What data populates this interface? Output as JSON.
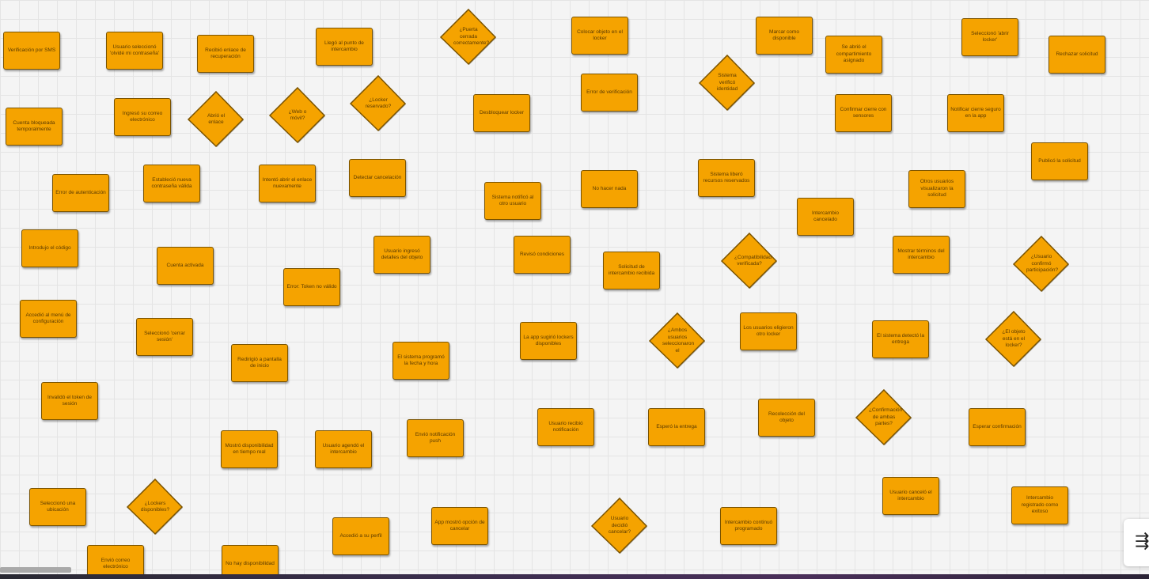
{
  "colors": {
    "node_fill": "#f5a300",
    "node_border": "#7a5300",
    "node_text": "#5a3a00"
  },
  "nodes": [
    {
      "id": "n1",
      "shape": "rect",
      "label": "Verificación por SMS"
    },
    {
      "id": "n2",
      "shape": "rect",
      "label": "Usuario seleccionó 'olvidé mi contraseña'"
    },
    {
      "id": "n3",
      "shape": "rect",
      "label": "Recibió enlace de recuperación"
    },
    {
      "id": "n4",
      "shape": "rect",
      "label": "Llegó al punto de intercambio"
    },
    {
      "id": "n5",
      "shape": "diamond",
      "label": "¿Puerta cerrada correctamente?"
    },
    {
      "id": "n6",
      "shape": "rect",
      "label": "Colocar objeto en el locker"
    },
    {
      "id": "n7",
      "shape": "rect",
      "label": "Marcar como disponible"
    },
    {
      "id": "n8",
      "shape": "rect",
      "label": "Se abrió el compartimiento asignado"
    },
    {
      "id": "n9",
      "shape": "rect",
      "label": "Seleccionó 'abrir locker'"
    },
    {
      "id": "n10",
      "shape": "rect",
      "label": "Rechazar solicitud"
    },
    {
      "id": "n11",
      "shape": "rect",
      "label": "Cuenta bloqueada temporalmente"
    },
    {
      "id": "n12",
      "shape": "rect",
      "label": "Ingresó su correo electrónico"
    },
    {
      "id": "n13",
      "shape": "diamond",
      "label": "Abrió el enlace"
    },
    {
      "id": "n14",
      "shape": "diamond",
      "label": "¿Web o móvil?"
    },
    {
      "id": "n15",
      "shape": "diamond",
      "label": "¿Locker reservado?"
    },
    {
      "id": "n16",
      "shape": "rect",
      "label": "Desbloquear locker"
    },
    {
      "id": "n17",
      "shape": "rect",
      "label": "Error de verificación"
    },
    {
      "id": "n18",
      "shape": "diamond",
      "label": "Sistema verificó identidad"
    },
    {
      "id": "n19",
      "shape": "rect",
      "label": "Confirmar cierre con sensores"
    },
    {
      "id": "n20",
      "shape": "rect",
      "label": "Notificar cierre seguro en la app"
    },
    {
      "id": "n21",
      "shape": "rect",
      "label": "Publicó la solicitud"
    },
    {
      "id": "n22",
      "shape": "rect",
      "label": "Error de autenticación"
    },
    {
      "id": "n23",
      "shape": "rect",
      "label": "Estableció nueva contraseña válida"
    },
    {
      "id": "n24",
      "shape": "rect",
      "label": "Intentó abrir el enlace nuevamente"
    },
    {
      "id": "n25",
      "shape": "rect",
      "label": "Detectar cancelación"
    },
    {
      "id": "n26",
      "shape": "rect",
      "label": "Sistema notificó al otro usuario"
    },
    {
      "id": "n27",
      "shape": "rect",
      "label": "No hacer nada"
    },
    {
      "id": "n28",
      "shape": "rect",
      "label": "Sistema liberó recursos reservados"
    },
    {
      "id": "n29",
      "shape": "rect",
      "label": "Otros usuarios visualizaron la solicitud"
    },
    {
      "id": "n30",
      "shape": "rect",
      "label": "Intercambio cancelado"
    },
    {
      "id": "n31",
      "shape": "rect",
      "label": "Introdujo el código"
    },
    {
      "id": "n32",
      "shape": "rect",
      "label": "Cuenta activada"
    },
    {
      "id": "n33",
      "shape": "rect",
      "label": "Error: Token no válido"
    },
    {
      "id": "n34",
      "shape": "rect",
      "label": "Usuario ingresó detalles del objeto"
    },
    {
      "id": "n35",
      "shape": "rect",
      "label": "Revisó condiciones"
    },
    {
      "id": "n36",
      "shape": "rect",
      "label": "Solicitud de intercambio recibida"
    },
    {
      "id": "n37",
      "shape": "diamond",
      "label": "¿Compatibilidad verificada?"
    },
    {
      "id": "n38",
      "shape": "rect",
      "label": "Mostrar términos del intercambio"
    },
    {
      "id": "n39",
      "shape": "diamond",
      "label": "¿Usuario confirmó participación?"
    },
    {
      "id": "n40",
      "shape": "rect",
      "label": "Accedió al menú de configuración"
    },
    {
      "id": "n41",
      "shape": "rect",
      "label": "Seleccionó 'cerrar sesión'"
    },
    {
      "id": "n42",
      "shape": "rect",
      "label": "Redirigió a pantalla de inicio"
    },
    {
      "id": "n43",
      "shape": "rect",
      "label": "El sistema programó la fecha y hora"
    },
    {
      "id": "n44",
      "shape": "rect",
      "label": "La app sugirió lockers disponibles"
    },
    {
      "id": "n45",
      "shape": "diamond",
      "label": "¿Ambos usuarios seleccionaron el"
    },
    {
      "id": "n46",
      "shape": "rect",
      "label": "Los usuarios eligieron otro locker"
    },
    {
      "id": "n47",
      "shape": "rect",
      "label": "El sistema detectó la entrega"
    },
    {
      "id": "n48",
      "shape": "diamond",
      "label": "¿El objeto está en el locker?"
    },
    {
      "id": "n49",
      "shape": "rect",
      "label": "Invalidó el token de sesión"
    },
    {
      "id": "n50",
      "shape": "rect",
      "label": "Mostró disponibilidad en tiempo real"
    },
    {
      "id": "n51",
      "shape": "rect",
      "label": "Usuario agendó el intercambio"
    },
    {
      "id": "n52",
      "shape": "rect",
      "label": "Envió notificación push"
    },
    {
      "id": "n53",
      "shape": "rect",
      "label": "Usuario recibió notificación"
    },
    {
      "id": "n54",
      "shape": "rect",
      "label": "Esperó la entrega"
    },
    {
      "id": "n55",
      "shape": "rect",
      "label": "Recolección del objeto"
    },
    {
      "id": "n56",
      "shape": "diamond",
      "label": "¿Confirmación de ambas partes?"
    },
    {
      "id": "n57",
      "shape": "rect",
      "label": "Esperar confirmación"
    },
    {
      "id": "n58",
      "shape": "rect",
      "label": "Seleccionó una ubicación"
    },
    {
      "id": "n59",
      "shape": "diamond",
      "label": "¿Lockers disponibles?"
    },
    {
      "id": "n60",
      "shape": "rect",
      "label": "Accedió a su perfil"
    },
    {
      "id": "n61",
      "shape": "rect",
      "label": "App mostró opción de cancelar"
    },
    {
      "id": "n62",
      "shape": "diamond",
      "label": "Usuario decidió cancelar?"
    },
    {
      "id": "n63",
      "shape": "rect",
      "label": "Intercambio continuó programado"
    },
    {
      "id": "n64",
      "shape": "rect",
      "label": "Usuario canceló el intercambio"
    },
    {
      "id": "n65",
      "shape": "rect",
      "label": "Intercambio registrado como exitoso"
    },
    {
      "id": "n66",
      "shape": "rect",
      "label": "Envió correo electrónico"
    },
    {
      "id": "n67",
      "shape": "rect",
      "label": "No hay disponibilidad"
    }
  ],
  "controls": {
    "fit_icon": "table-fit-icon",
    "fit_glyph": "⇶"
  }
}
